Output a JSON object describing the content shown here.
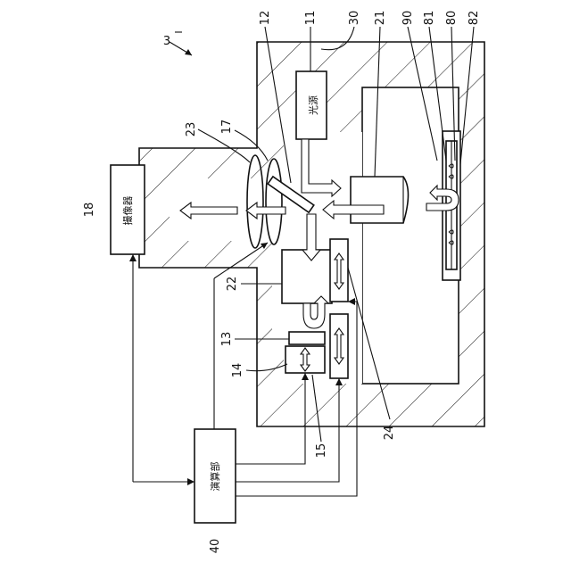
{
  "labels": {
    "light_source": "光源",
    "camera": "撮像器",
    "calculator": "演算部"
  },
  "refs": {
    "r3": "3",
    "r11": "11",
    "r12": "12",
    "r13": "13",
    "r14": "14",
    "r15": "15",
    "r17": "17",
    "r18": "18",
    "r21": "21",
    "r22": "22",
    "r23": "23",
    "r24": "24",
    "r30": "30",
    "r40": "40",
    "r80": "80",
    "r81": "81",
    "r82": "82",
    "r90": "90"
  }
}
